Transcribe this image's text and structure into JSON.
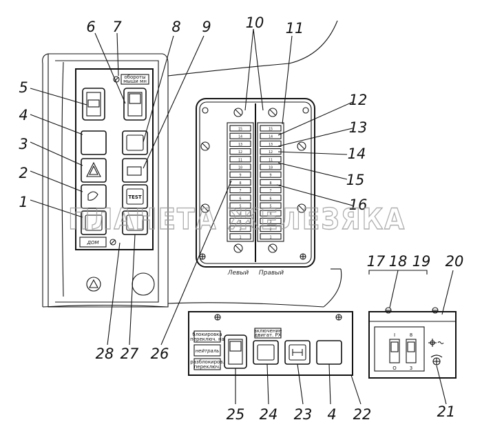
{
  "callouts": [
    "1",
    "2",
    "3",
    "4",
    "5",
    "6",
    "7",
    "8",
    "9",
    "10",
    "11",
    "12",
    "13",
    "14",
    "15",
    "16",
    "17",
    "18",
    "19",
    "20",
    "21",
    "22",
    "23",
    "24",
    "25",
    "26",
    "27",
    "28",
    "4"
  ],
  "left_panel": {
    "top_label": "обороты\nмыши мн",
    "bottom_label": "ДОМ",
    "test_label": "TEST"
  },
  "fuse_box": {
    "label_left": "Левый",
    "label_right": "Правый",
    "left_col_numbers": [
      "15",
      "14",
      "13",
      "12",
      "11",
      "10",
      "9",
      "8",
      "7",
      "6",
      "5",
      "4",
      "3",
      "2",
      "1"
    ],
    "right_col_numbers": [
      "15",
      "14",
      "13",
      "12",
      "11",
      "10",
      "9",
      "8",
      "7",
      "6",
      "5",
      "4",
      "3",
      "2",
      "1"
    ]
  },
  "bottom_panel": {
    "label_top": "блокировка\nпереключ. на",
    "label_mid": "нейтраль",
    "label_bot": "разблокиров.\nпереключ.",
    "label_right": "включение\nдвигат. РХ"
  },
  "small_panel": {
    "mark_a": "I",
    "mark_b": "8",
    "mark_c": "O",
    "mark_d": "3"
  },
  "watermark": "ПЛАНЕТА ЖЕЛЕЗЯКА"
}
